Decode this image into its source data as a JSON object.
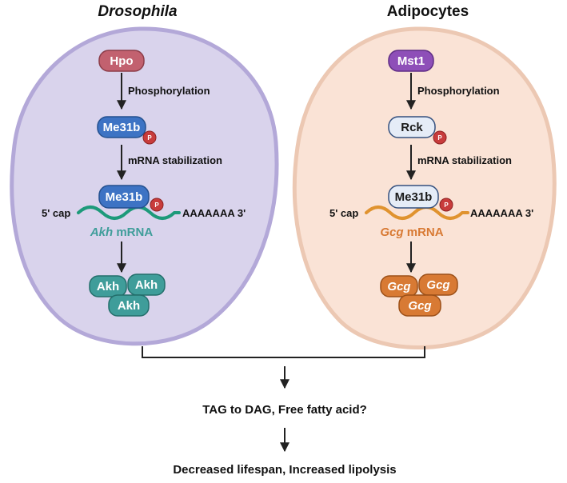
{
  "left": {
    "title": "Drosophila",
    "kinase": "Hpo",
    "step1": "Phosphorylation",
    "protein1": "Me31b",
    "phospho": "P",
    "step2": "mRNA stabilization",
    "protein2": "Me31b",
    "cap5": "5' cap",
    "polyA": "AAAAAAA 3'",
    "mrna_gene": "Akh",
    "mrna_suffix": " mRNA",
    "product": [
      "Akh",
      "Akh",
      "Akh"
    ]
  },
  "right": {
    "title": "Adipocytes",
    "kinase": "Mst1",
    "step1": "Phosphorylation",
    "protein1": "Rck",
    "phospho": "P",
    "step2": "mRNA stabilization",
    "protein2": "Me31b",
    "cap5": "5' cap",
    "polyA": "AAAAAAA 3'",
    "mrna_gene": "Gcg",
    "mrna_suffix": " mRNA",
    "product": [
      "Gcg",
      "Gcg",
      "Gcg"
    ]
  },
  "outcome1": "TAG to DAG, Free fatty acid?",
  "outcome2": "Decreased lifespan, Increased lipolysis",
  "colors": {
    "left_cell_fill": "#d9d3ec",
    "left_cell_stroke": "#b3a8d8",
    "right_cell_fill": "#fae3d6",
    "right_cell_stroke": "#ecc8b3",
    "hpo": "#c2616f",
    "mst1": "#8e4fb8",
    "me31b_blue": "#3d73c4",
    "rck_light": "#e5ecf7",
    "phospho_red": "#c83c3c",
    "akh_teal": "#3f9d9a",
    "gcg_orange": "#d87a34",
    "mrna_green": "#1d9a7a",
    "mrna_orange": "#e0932f"
  }
}
